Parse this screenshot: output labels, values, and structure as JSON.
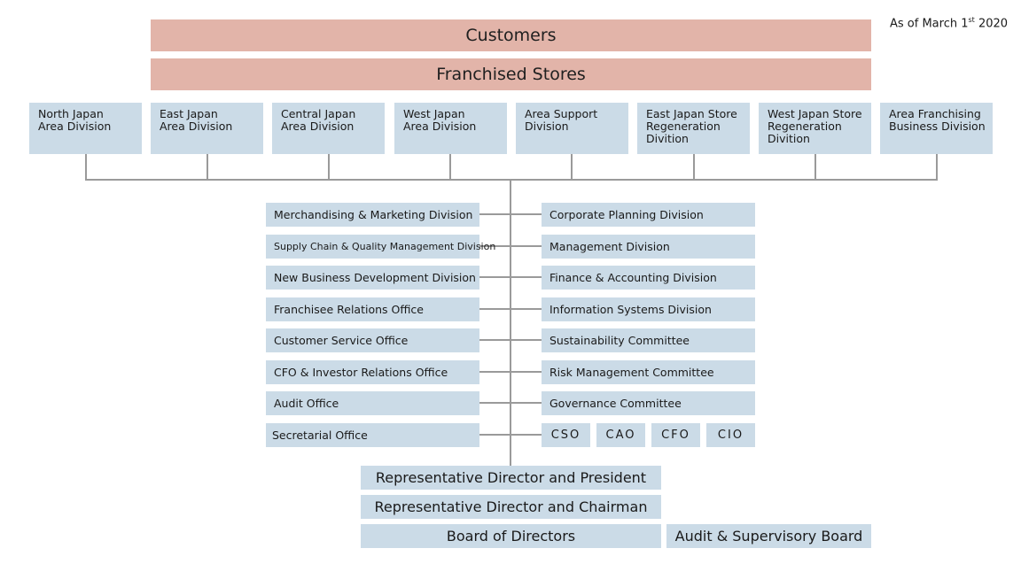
{
  "date": {
    "prefix": "As of March 1",
    "sup": "st",
    "suffix": " 2020"
  },
  "top_bands": {
    "customers": "Customers",
    "franchised_stores": "Franchised Stores"
  },
  "area_divisions": [
    {
      "line1": "North Japan",
      "line2": "Area Division",
      "line3": ""
    },
    {
      "line1": "East Japan",
      "line2": "Area Division",
      "line3": ""
    },
    {
      "line1": "Central Japan",
      "line2": "Area Division",
      "line3": ""
    },
    {
      "line1": "West Japan",
      "line2": "Area Division",
      "line3": ""
    },
    {
      "line1": "Area Support",
      "line2": "Division",
      "line3": ""
    },
    {
      "line1": "East Japan Store",
      "line2": "Regeneration",
      "line3": "Divition"
    },
    {
      "line1": "West Japan Store",
      "line2": "Regeneration",
      "line3": "Divition"
    },
    {
      "line1": "Area Franchising",
      "line2": "Business Division",
      "line3": ""
    }
  ],
  "left_divisions": [
    "Merchandising & Marketing Division",
    "Supply Chain & Quality Management Division",
    "New Business Development Division",
    "Franchisee Relations Office",
    "Customer Service Office",
    "CFO & Investor Relations Office",
    "Audit Office",
    "Secretarial Office"
  ],
  "right_divisions": [
    "Corporate Planning Division",
    "Management Division",
    "Finance & Accounting Division",
    "Information Systems Division",
    "Sustainability Committee",
    "Risk Management Committee",
    "Governance Committee"
  ],
  "chiefs": [
    "CSO",
    "CAO",
    "CFO",
    "CIO"
  ],
  "executives": {
    "president": "Representative Director and President",
    "chairman": "Representative Director and Chairman",
    "board": "Board of Directors",
    "audit_board": "Audit & Supervisory Board"
  }
}
